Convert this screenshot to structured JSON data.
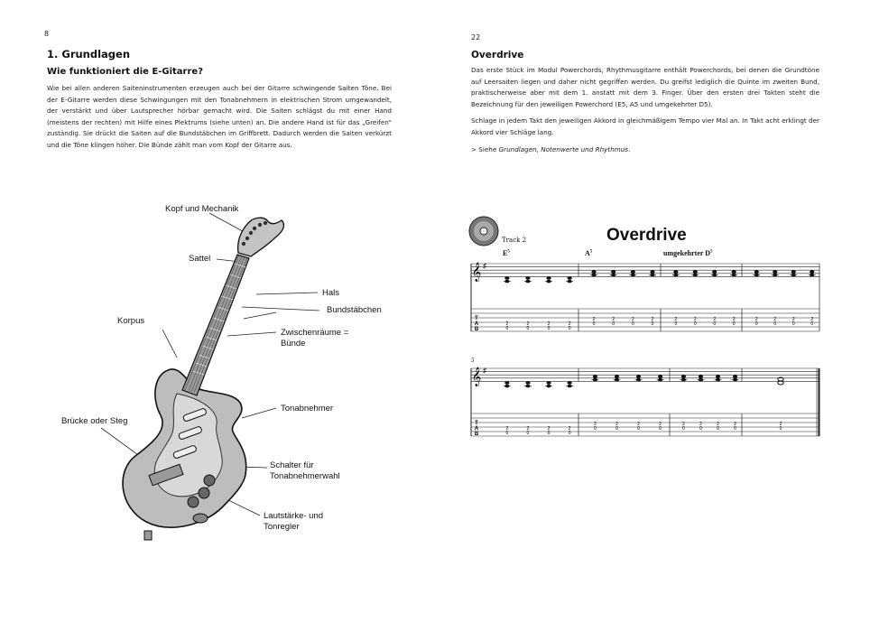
{
  "left_page": {
    "page_number": "8",
    "chapter_title": "1. Grundlagen",
    "section_title": "Wie funktioniert die E-Gitarre?",
    "body_text": "Wie bei allen anderen Saiteninstrumenten erzeugen auch bei der Gitarre schwingende Saiten Töne. Bei der E-Gitarre werden diese Schwingungen mit den Tonabnehmern in elektrischen Strom umgewandelt, der verstärkt und über Lautsprecher hörbar gemacht wird. Die Saiten schlägst du mit einer Hand (meistens der rechten) mit Hilfe eines Plektrums (siehe unten) an. Die andere Hand ist für das „Greifen“ zuständig. Sie drückt die Saiten auf die Bundstäbchen im Griffbrett. Dadurch werden die Saiten verkürzt und die Töne klingen höher. Die Bünde zählt man vom Kopf der Gitarre aus.",
    "guitar_labels": {
      "kopf": "Kopf und Mechanik",
      "sattel": "Sattel",
      "hals": "Hals",
      "bundstaebchen": "Bundstäbchen",
      "zwischenraeume_1": "Zwischenräume =",
      "zwischenraeume_2": "Bünde",
      "korpus": "Korpus",
      "tonabnehmer": "Tonabnehmer",
      "bruecke": "Brücke oder Steg",
      "schalter_1": "Schalter für",
      "schalter_2": "Tonabnehmerwahl",
      "lautstaerke_1": "Lautstärke- und",
      "lautstaerke_2": "Tonregler"
    }
  },
  "right_page": {
    "page_number": "22",
    "section_title": "Overdrive",
    "para1": "Das erste Stück im Modul Powerchords, Rhythmusgitarre enthält Powerchords, bei denen die Grundtöne auf Leersaiten liegen und daher nicht gegriffen werden. Du greifst lediglich die Quinte im zweiten Bund, praktischerweise aber mit dem 1. anstatt mit dem 3. Finger. Über den ersten drei Takten steht die Bezeichnung für den jeweiligen Powerchord (E5, A5 und umgekehrter D5).",
    "para2": "Schlage in jedem Takt den jeweiligen Akkord in gleichmäßigem Tempo vier Mal an. In Takt acht erklingt der Akkord vier Schläge lang.",
    "para3_prefix": "> Siehe ",
    "para3_ref": "Grundlagen, Notenwerte und Rhythmus",
    "para3_suffix": ".",
    "score": {
      "title": "Overdrive",
      "track": "Track 2",
      "chord1_root": "E",
      "chord2_root": "A",
      "chord3_root": "umgekehrter D",
      "chord_sup": "5",
      "system2_measure": "5",
      "fret": "2",
      "open": "0"
    }
  }
}
